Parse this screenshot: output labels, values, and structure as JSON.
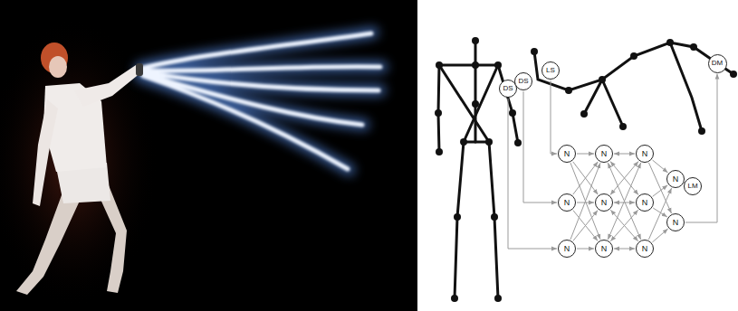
{
  "diagram": {
    "nodes": [
      {
        "text": [
          "DS"
        ]
      },
      {
        "text": [
          "DS"
        ]
      },
      {
        "text": [
          "LS"
        ]
      },
      {
        "text": [
          "DM"
        ]
      },
      {
        "text": [
          "LM"
        ]
      },
      {
        "text": [
          "N"
        ]
      },
      {
        "text": [
          "N"
        ]
      },
      {
        "text": [
          "N"
        ]
      },
      {
        "text": [
          "N"
        ]
      },
      {
        "text": [
          "N"
        ]
      },
      {
        "text": [
          "N"
        ]
      },
      {
        "text": [
          "N"
        ]
      },
      {
        "text": [
          "N"
        ]
      },
      {
        "text": [
          "N"
        ]
      },
      {
        "text": [
          "N"
        ]
      },
      {
        "text": [
          "N"
        ]
      }
    ],
    "edges": [
      {
        "from": 0,
        "to": 7,
        "arrow": "to"
      },
      {
        "from": 1,
        "to": 6,
        "arrow": "to"
      },
      {
        "from": 2,
        "to": 5,
        "arrow": "to"
      },
      {
        "from": 5,
        "to": 8,
        "arrow": "to"
      },
      {
        "from": 5,
        "to": 9,
        "arrow": "to"
      },
      {
        "from": 5,
        "to": 10,
        "arrow": "to"
      },
      {
        "from": 6,
        "to": 8,
        "arrow": "to"
      },
      {
        "from": 6,
        "to": 9,
        "arrow": "to"
      },
      {
        "from": 6,
        "to": 10,
        "arrow": "to"
      },
      {
        "from": 7,
        "to": 8,
        "arrow": "to"
      },
      {
        "from": 7,
        "to": 9,
        "arrow": "to"
      },
      {
        "from": 7,
        "to": 10,
        "arrow": "to"
      },
      {
        "from": 8,
        "to": 11,
        "arrow": "both"
      },
      {
        "from": 8,
        "to": 12,
        "arrow": "both"
      },
      {
        "from": 8,
        "to": 13,
        "arrow": "both"
      },
      {
        "from": 9,
        "to": 11,
        "arrow": "both"
      },
      {
        "from": 9,
        "to": 12,
        "arrow": "both"
      },
      {
        "from": 9,
        "to": 13,
        "arrow": "both"
      },
      {
        "from": 10,
        "to": 11,
        "arrow": "both"
      },
      {
        "from": 10,
        "to": 12,
        "arrow": "both"
      },
      {
        "from": 10,
        "to": 13,
        "arrow": "both"
      },
      {
        "from": 11,
        "to": 14,
        "arrow": "to"
      },
      {
        "from": 11,
        "to": 15,
        "arrow": "to"
      },
      {
        "from": 12,
        "to": 14,
        "arrow": "to"
      },
      {
        "from": 12,
        "to": 15,
        "arrow": "to"
      },
      {
        "from": 13,
        "to": 14,
        "arrow": "to"
      },
      {
        "from": 13,
        "to": 15,
        "arrow": "to"
      },
      {
        "from": 14,
        "to": 4,
        "arrow": "to"
      },
      {
        "from": 15,
        "to": 3,
        "arrow": "to"
      }
    ]
  }
}
